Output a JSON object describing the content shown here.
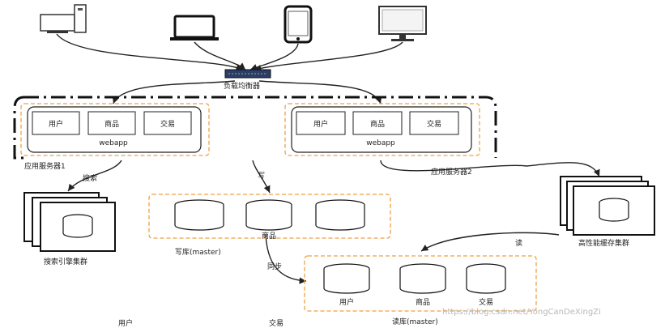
{
  "load_balancer": {
    "label": "负载均衡器"
  },
  "app_servers": [
    {
      "name": "应用服务器1",
      "app_label": "webapp",
      "modules": [
        "用户",
        "商品",
        "交易"
      ]
    },
    {
      "name": "应用服务器2",
      "app_label": "webapp",
      "modules": [
        "用户",
        "商品",
        "交易"
      ]
    }
  ],
  "search_cluster": {
    "label": "搜索引擎集群",
    "edge_label": "搜索"
  },
  "cache_cluster": {
    "label": "高性能缓存集群",
    "edge_label": "读"
  },
  "write_db": {
    "label": "写库(master)",
    "db_labels": [
      "",
      "商品",
      ""
    ],
    "edge_label": "写"
  },
  "sync_edge": {
    "label": "同步"
  },
  "read_db": {
    "label": "读库(master)",
    "db_labels": [
      "用户",
      "商品",
      "交易"
    ]
  },
  "bottom_partial_labels": [
    "用户",
    "交易"
  ],
  "watermark": "https://blog.csdn.net/YongCanDeXingZi",
  "colors": {
    "orange_dash": "#f0a040",
    "line": "#222222",
    "device": "#1a1a1a"
  }
}
